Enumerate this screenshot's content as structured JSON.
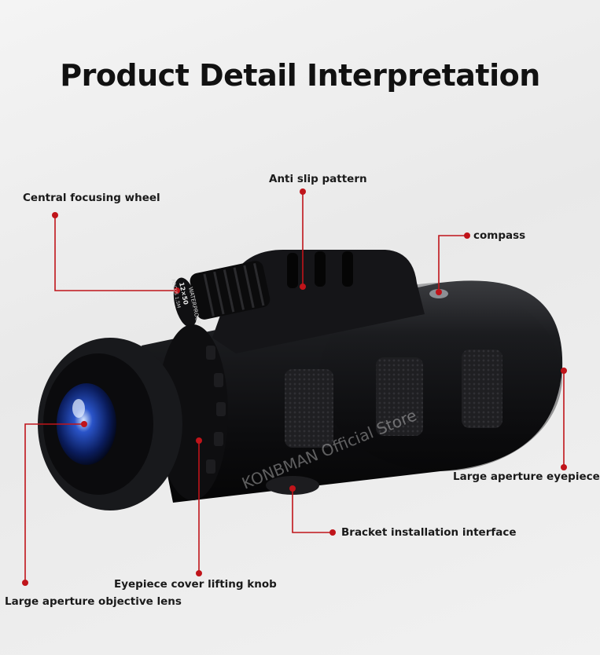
{
  "title": "Product Detail Interpretation",
  "callouts": {
    "anti_slip": "Anti slip pattern",
    "focus_wheel": "Central focusing wheel",
    "compass": "compass",
    "eyepiece": "Large aperture eyepiece",
    "bracket": "Bracket installation interface",
    "cover_knob": "Eyepiece cover lifting knob",
    "objective": "Large aperture objective lens"
  },
  "product": {
    "wheel_text_1": "WATERPROOF",
    "wheel_text_2": "12×50",
    "wheel_text_3": "FOCUS 1.5M",
    "watermark": "KONBMAN Official Store"
  },
  "colors": {
    "leader": "#c0141a",
    "body": "#141416",
    "text": "#1a1a1a"
  }
}
